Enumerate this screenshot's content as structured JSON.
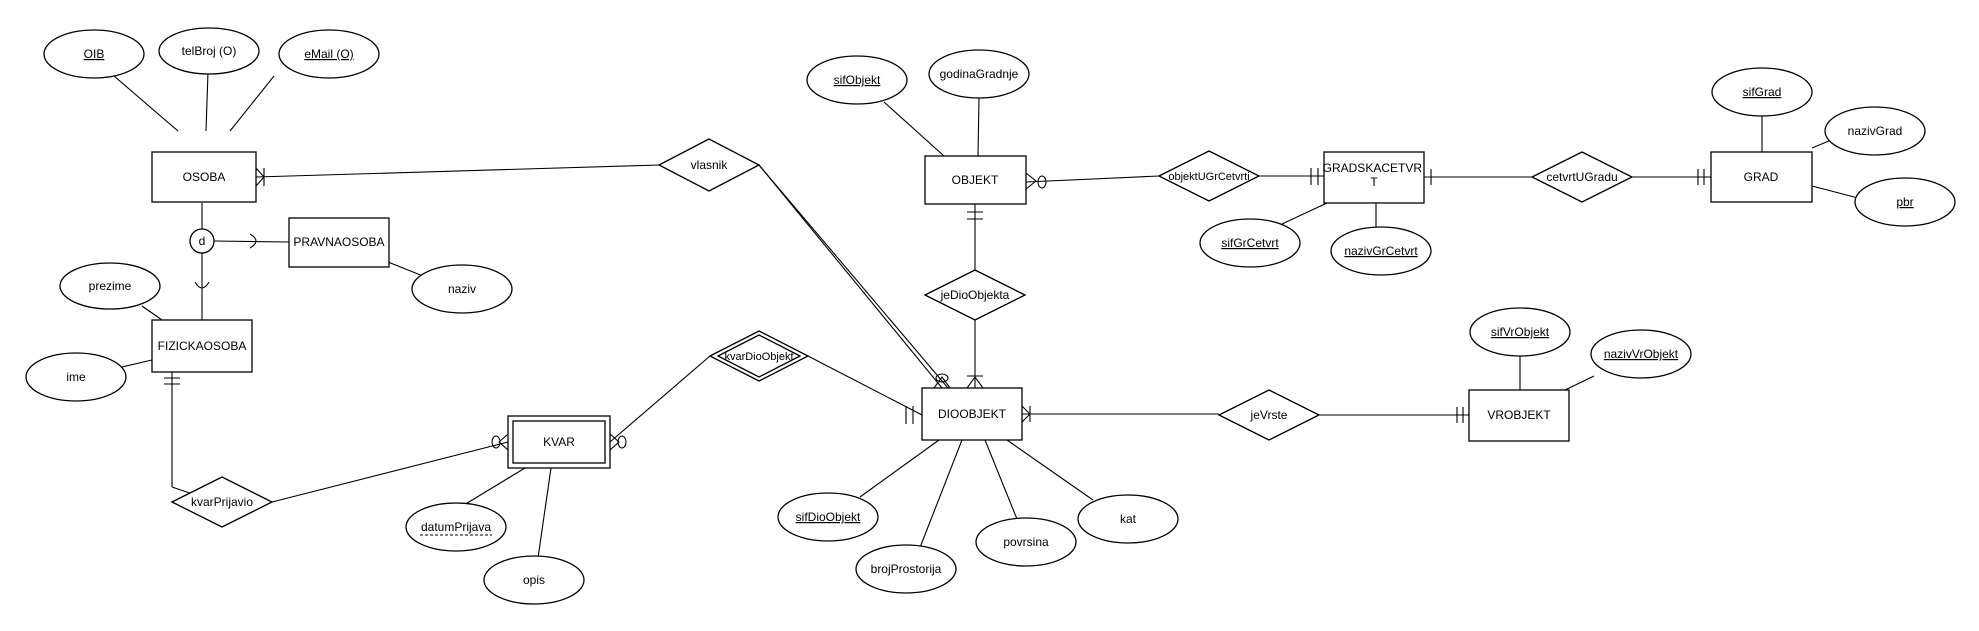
{
  "diagram": {
    "entities": {
      "osoba": "OSOBA",
      "pravnaosoba": "PRAVNAOSOBA",
      "fizickaosoba": "FIZICKAOSOBA",
      "kvar": "KVAR",
      "objekt": "OBJEKT",
      "dioobjekt": "DIOOBJEKT",
      "gradskacetvrt": "GRADSKACETVR\nT",
      "grad": "GRAD",
      "vrobjekt": "VROBJEKT"
    },
    "relationships": {
      "vlasnik": "vlasnik",
      "objektUGrCetvrti": "objektUGrCetvrti",
      "cetvrtUGradu": "cetvrtUGradu",
      "jeDioObjekta": "jeDioObjekta",
      "kvarDioObjekt": "kvarDioObjekt",
      "kvarPrijavio": "kvarPrijavio",
      "jeVrste": "jeVrste"
    },
    "attributes": {
      "oib": "OIB",
      "telBroj": "telBroj (O)",
      "eMail": "eMail (O)",
      "prezime": "prezime",
      "ime": "ime",
      "naziv": "naziv",
      "datumPrijava": "datumPrijava",
      "opis": "opis",
      "sifObjekt": "sifObjekt",
      "godinaGradnje": "godinaGradnje",
      "sifGrCetvrt": "sifGrCetvrt",
      "nazivGrCetvrt": "nazivGrCetvrt",
      "sifGrad": "sifGrad",
      "nazivGrad": "nazivGrad",
      "pbr": "pbr",
      "sifVrObjekt": "sifVrObjekt",
      "nazivVrObjekt": "nazivVrObjekt",
      "sifDioObjekt": "sifDioObjekt",
      "brojProstorija": "brojProstorija",
      "povrsina": "povrsina",
      "kat": "kat"
    },
    "disjoint_label": "d"
  }
}
